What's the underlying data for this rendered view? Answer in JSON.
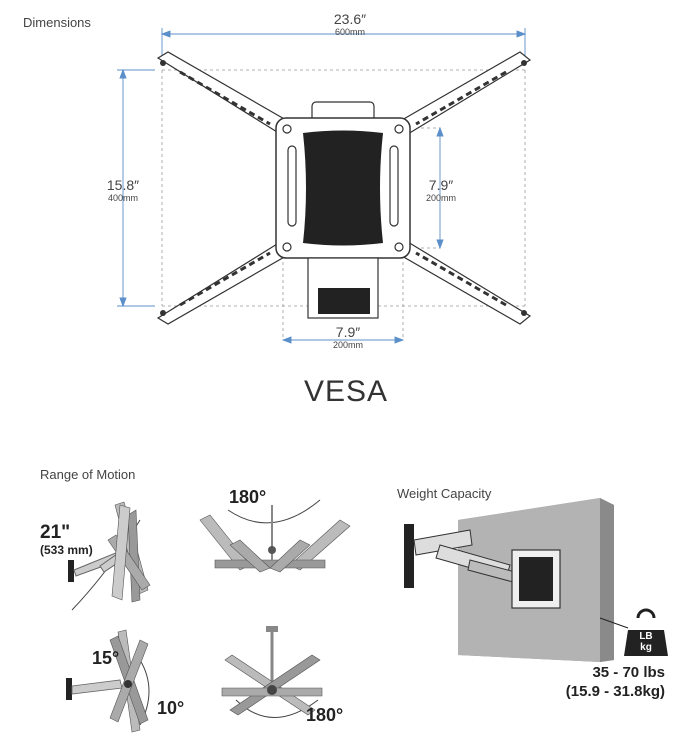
{
  "dimensions": {
    "title": "Dimensions",
    "width": {
      "in": "23.6″",
      "mm": "600mm"
    },
    "height": {
      "in": "15.8″",
      "mm": "400mm"
    },
    "inner_vertical": {
      "in": "7.9″",
      "mm": "200mm"
    },
    "inner_horizontal": {
      "in": "7.9″",
      "mm": "200mm"
    },
    "label": "VESA"
  },
  "motion": {
    "title": "Range of Motion",
    "extension": {
      "value": "21\"",
      "metric": "(533 mm)"
    },
    "swivel_top": "180°",
    "tilt_up": "15°",
    "tilt_down": "10°",
    "swivel_bottom": "180°"
  },
  "weight": {
    "title": "Weight Capacity",
    "badge_top": "LB",
    "badge_bottom": "kg",
    "imperial": "35 - 70 lbs",
    "metric": "(15.9 - 31.8kg)"
  }
}
